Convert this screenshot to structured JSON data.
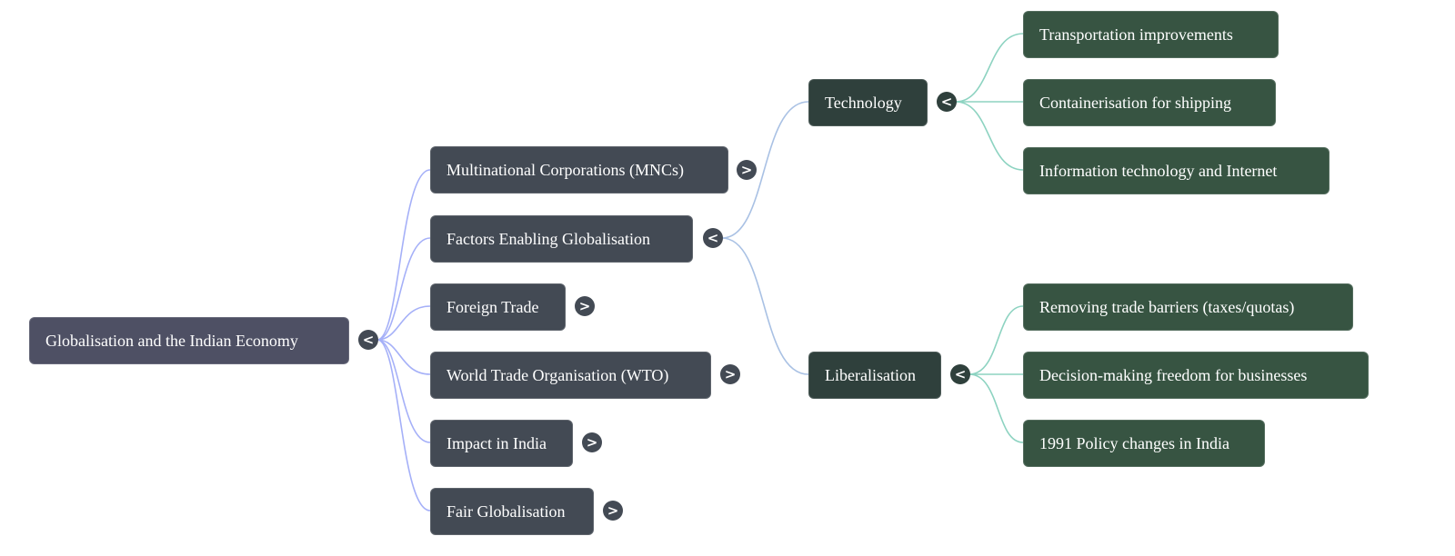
{
  "root": {
    "label": "Globalisation and the Indian Economy",
    "toggle": "<"
  },
  "level1": [
    {
      "label": "Multinational Corporations (MNCs)",
      "toggle": ">"
    },
    {
      "label": "Factors Enabling Globalisation",
      "toggle": "<"
    },
    {
      "label": "Foreign Trade",
      "toggle": ">"
    },
    {
      "label": "World Trade Organisation (WTO)",
      "toggle": ">"
    },
    {
      "label": "Impact in India",
      "toggle": ">"
    },
    {
      "label": "Fair Globalisation",
      "toggle": ">"
    }
  ],
  "level2": [
    {
      "label": "Technology",
      "toggle": "<",
      "children": [
        "Transportation improvements",
        "Containerisation for shipping",
        "Information technology and Internet"
      ]
    },
    {
      "label": "Liberalisation",
      "toggle": "<",
      "children": [
        "Removing trade barriers (taxes/quotas)",
        "Decision-making freedom for businesses",
        "1991 Policy changes in India"
      ]
    }
  ],
  "colors": {
    "root": "#4e5064",
    "level1": "#434a54",
    "level2": "#2f403c",
    "level3": "#375442",
    "edge1": "#a5b0f8",
    "edge2": "#a9c1e4",
    "edge3": "#8dd3c1"
  }
}
